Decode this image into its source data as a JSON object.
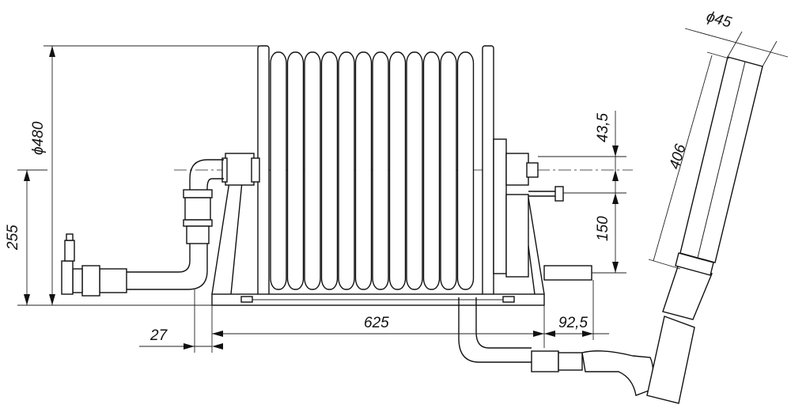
{
  "dimensions": {
    "hose_diameter": "ϕ45",
    "nozzle_length": "406",
    "drum_diameter": "ϕ480",
    "inlet_height": "255",
    "offset_top": "43,5",
    "crank_offset": "150",
    "base_offset_left": "27",
    "base_length": "625",
    "base_offset_right": "92,5"
  },
  "colors": {
    "line": "#111111",
    "paper": "#ffffff"
  }
}
